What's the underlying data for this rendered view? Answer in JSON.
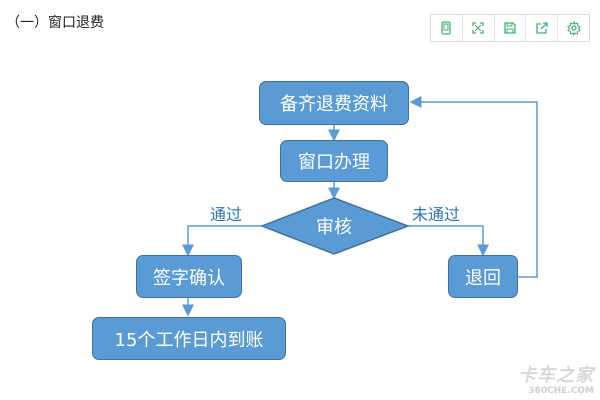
{
  "header": {
    "title": "（一）窗口退费"
  },
  "toolbar": {
    "buttons": [
      {
        "icon": "tablet-icon"
      },
      {
        "icon": "fullscreen-icon"
      },
      {
        "icon": "save-icon"
      },
      {
        "icon": "export-icon"
      },
      {
        "icon": "settings-icon"
      }
    ],
    "accent": "#3cb371"
  },
  "flowchart": {
    "nodes": {
      "prepare": "备齐退费资料",
      "window": "窗口办理",
      "review": "审核",
      "sign": "签字确认",
      "refund": "15个工作日内到账",
      "return": "退回"
    },
    "edges": {
      "pass": "通过",
      "fail": "未通过"
    },
    "colors": {
      "node_fill": "#5b9bd5",
      "node_border": "#41719c",
      "arrow": "#5b9bd5",
      "label": "#2e75b6"
    }
  },
  "watermark": {
    "main": "卡车之家",
    "sub": "360CHE.COM"
  }
}
